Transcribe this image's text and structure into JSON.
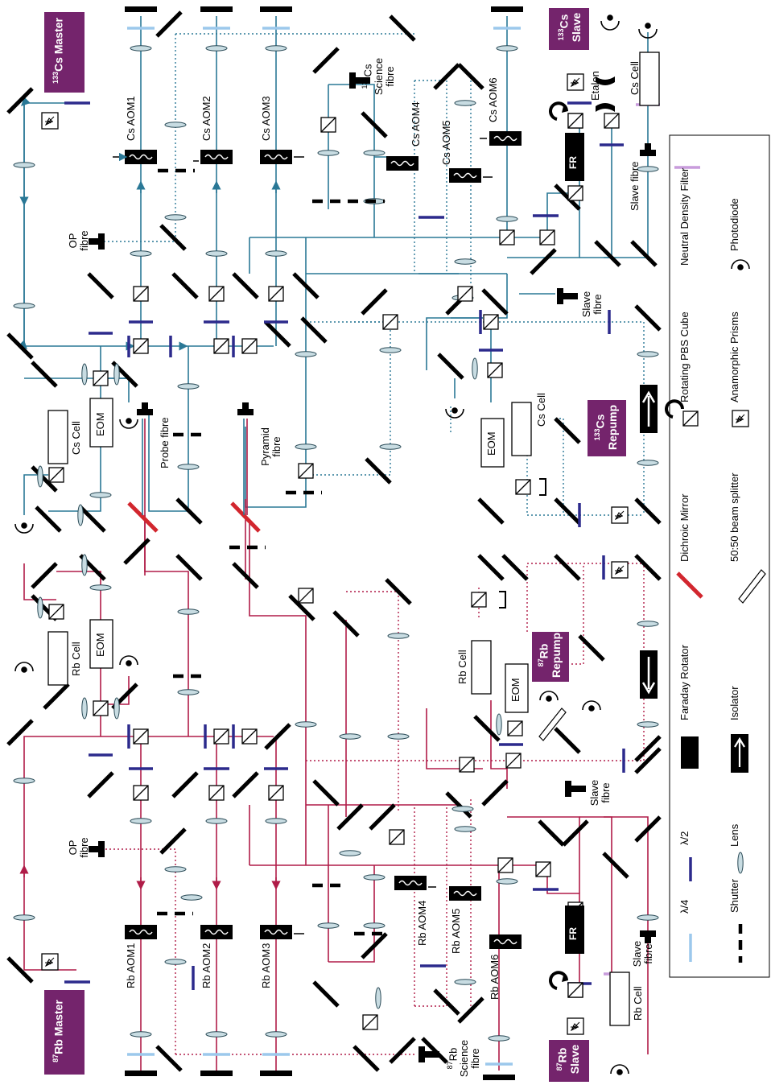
{
  "colors": {
    "cs": "#2a7896",
    "rb": "#b01c48",
    "laser_box": "#74246c",
    "lambda2": "#2c2a8c",
    "lambda4": "#9cc8ec",
    "nd": "#c89cdc",
    "dichroic": "#d2262e"
  },
  "lasers": {
    "cs_master": {
      "iso": "133",
      "name": "Cs Master"
    },
    "cs_slave": {
      "iso": "133",
      "name": "Cs",
      "line2": "Slave"
    },
    "cs_repump": {
      "iso": "133",
      "name": "Cs",
      "line2": "Repump"
    },
    "rb_master": {
      "iso": "87",
      "name": "Rb Master"
    },
    "rb_slave": {
      "iso": "87",
      "name": "Rb",
      "line2": "Slave"
    },
    "rb_repump": {
      "iso": "87",
      "name": "Rb",
      "line2": "Repump"
    }
  },
  "aoms": {
    "cs1": "Cs AOM1",
    "cs2": "Cs AOM2",
    "cs3": "Cs AOM3",
    "cs4": "Cs AOM4",
    "cs5": "Cs AOM5",
    "cs6": "Cs AOM6",
    "rb1": "Rb AOM1",
    "rb2": "Rb AOM2",
    "rb3": "Rb AOM3",
    "rb4": "Rb AOM4",
    "rb5": "Rb AOM5",
    "rb6": "Rb AOM6"
  },
  "fibres": {
    "cs_op": {
      "line1": "OP",
      "line2": "fibre"
    },
    "rb_op": {
      "line1": "OP",
      "line2": "fibre"
    },
    "probe": "Probe fibre",
    "pyramid": {
      "line1": "Pyramid",
      "line2": "fibre"
    },
    "cs_science": {
      "iso": "133",
      "line1": "Cs",
      "line2": "Science",
      "line3": "fibre"
    },
    "rb_science": {
      "iso": "87",
      "line1": "Rb",
      "line2": "Science",
      "line3": "fibre"
    },
    "slave_top": "Slave fibre",
    "slave_mid_cs": {
      "line1": "Slave",
      "line2": "fibre"
    },
    "slave_mid_rb": {
      "line1": "Slave",
      "line2": "fibre"
    },
    "slave_bottom": {
      "line1": "Slave",
      "line2": "fibre"
    }
  },
  "components": {
    "cs_cell_1": "Cs Cell",
    "cs_cell_2": "Cs Cell",
    "cs_cell_3": "Cs Cell",
    "rb_cell_1": "Rb Cell",
    "rb_cell_2": "Rb Cell",
    "rb_cell_3": "Rb Cell",
    "eom_1": "EOM",
    "eom_2": "EOM",
    "eom_3": "EOM",
    "eom_4": "EOM",
    "etalon": "Etalon",
    "fr": "FR"
  },
  "legend": {
    "lambda4": "λ/4",
    "shutter": "Shutter",
    "lambda2": "λ/2",
    "lens": "Lens",
    "faraday": "Faraday Rotator",
    "isolator": "Isolator",
    "dichroic": "Dichroic Mirror",
    "beam_splitter": "50:50 beam splitter",
    "rot_pbs": "Rotating PBS Cube",
    "anamorphic": "Anamorphic Prisms",
    "nd_filter": "Neutral Density Filter",
    "photodiode": "Photodiode"
  }
}
